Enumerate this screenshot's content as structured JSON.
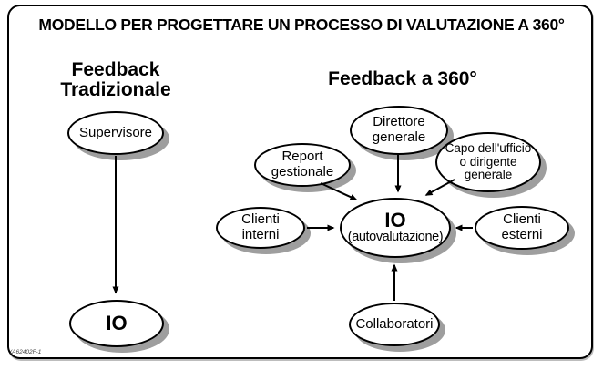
{
  "title": "MODELLO PER PROGETTARE UN PROCESSO DI VALUTAZIONE A 360°",
  "colors": {
    "node_fill": "#ffffff",
    "node_stroke": "#000000",
    "node_shadow": "#9e9e9e",
    "text": "#000000",
    "background": "#ffffff"
  },
  "traditional": {
    "heading": "Feedback\nTradizionale",
    "supervisor": "Supervisore",
    "self": "IO"
  },
  "feedback360": {
    "heading": "Feedback a 360°",
    "direttore": "Direttore\ngenerale",
    "report": "Report\ngestionale",
    "capo": "Capo dell'ufficio\no dirigente\ngenerale",
    "clienti_interni": "Clienti\ninterni",
    "clienti_esterni": "Clienti\nesterni",
    "center_title": "IO",
    "center_subtitle": "(autovalutazione)",
    "collaboratori": "Collaboratori"
  },
  "footer": {
    "caption": "(A62402F-1"
  }
}
